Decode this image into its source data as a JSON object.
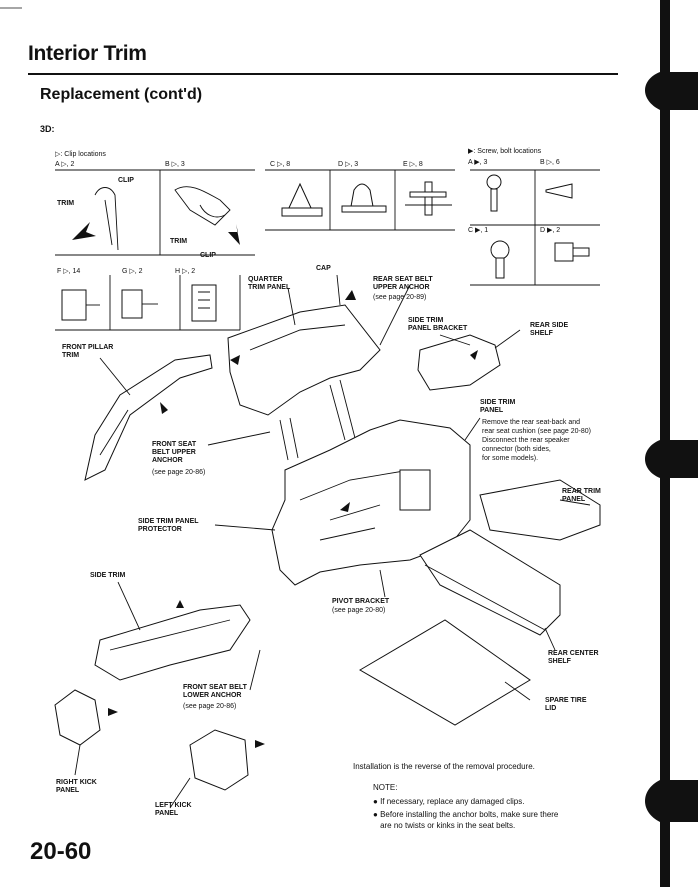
{
  "header": {
    "title": "Interior Trim",
    "subtitle": "Replacement (cont'd)",
    "step": "3D:"
  },
  "legend": {
    "clip_locations": "▷: Clip locations",
    "screw_locations": "▶: Screw, bolt locations",
    "clip_A": "A ▷, 2",
    "clip_B": "B ▷, 3",
    "clip_C": "C ▷, 8",
    "clip_D": "D ▷, 3",
    "clip_E": "E ▷, 8",
    "clip_F": "F ▷, 14",
    "clip_G": "G ▷, 2",
    "clip_H": "H ▷, 2",
    "screw_A": "A ▶, 3",
    "screw_B": "B ▷, 6",
    "screw_C": "C ▶, 1",
    "screw_D": "D ▶, 2"
  },
  "callouts": {
    "clip": "CLIP",
    "clip2": "CLIP",
    "trim": "TRIM",
    "trim2": "TRIM",
    "cap": "CAP",
    "quarter_trim_panel": "QUARTER\nTRIM PANEL",
    "rear_seat_belt_upper_anchor": "REAR SEAT BELT\nUPPER ANCHOR",
    "rear_seat_belt_upper_anchor_ref": "(see page 20-89)",
    "side_trim_panel_bracket": "SIDE TRIM\nPANEL BRACKET",
    "rear_side_shelf": "REAR SIDE\nSHELF",
    "front_pillar_trim": "FRONT PILLAR\nTRIM",
    "side_trim_panel": "SIDE TRIM\nPANEL",
    "side_trim_panel_note": "Remove the rear seat-back and\nrear seat cushion (see page 20-80)\nDisconnect the rear speaker\nconnector (both sides,\nfor some models).",
    "front_seat_belt_upper_anchor": "FRONT SEAT\nBELT UPPER\nANCHOR",
    "front_seat_belt_upper_anchor_ref": "(see page 20-86)",
    "rear_trim_panel": "REAR TRIM\nPANEL",
    "side_trim_panel_protector": "SIDE TRIM PANEL\nPROTECTOR",
    "side_trim": "SIDE TRIM",
    "pivot_bracket": "PIVOT BRACKET",
    "pivot_bracket_ref": "(see page 20-80)",
    "rear_center_shelf": "REAR CENTER\nSHELF",
    "front_seat_belt_lower_anchor": "FRONT SEAT BELT\nLOWER ANCHOR",
    "front_seat_belt_lower_anchor_ref": "(see page 20-86)",
    "spare_tire_lid": "SPARE TIRE\nLID",
    "right_kick_panel": "RIGHT KICK\nPANEL",
    "left_kick_panel": "LEFT KICK\nPANEL"
  },
  "footer": {
    "installation": "Installation is the reverse of the removal procedure.",
    "note_heading": "NOTE:",
    "note_1": "If necessary, replace any damaged clips.",
    "note_2": "Before installing the anchor bolts, make sure there\nare no twists or kinks in the seat belts.",
    "page_number": "20-60"
  }
}
